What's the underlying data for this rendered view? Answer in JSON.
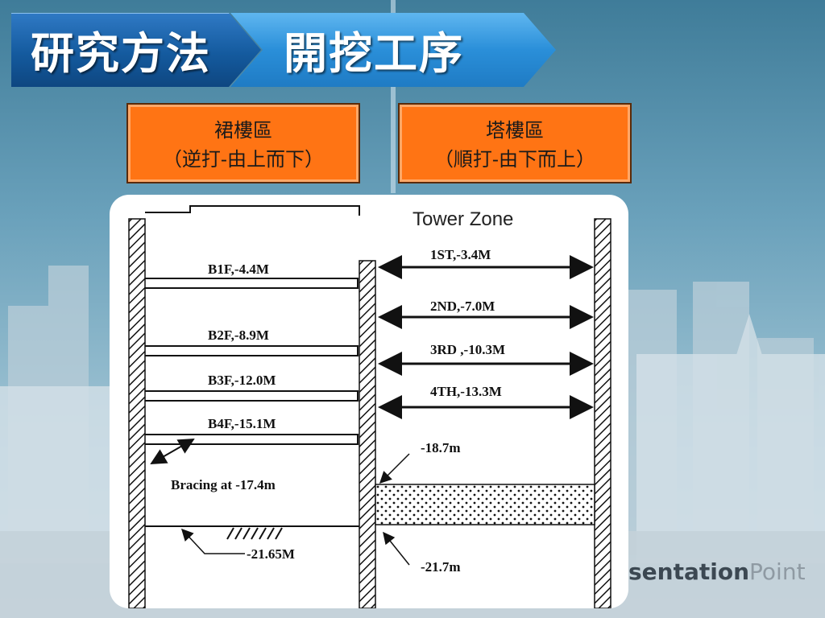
{
  "title": {
    "left": "研究方法",
    "right": "開挖工序"
  },
  "zones": [
    {
      "name": "裙樓區",
      "method": "（逆打-由上而下）"
    },
    {
      "name": "塔樓區",
      "method": "（順打-由下而上）"
    }
  ],
  "diagram": {
    "tower_title": "Tower Zone",
    "podium_floors": [
      "B1F,-4.4M",
      "B2F,-8.9M",
      "B3F,-12.0M",
      "B4F,-15.1M"
    ],
    "tower_floors": [
      "1ST,-3.4M",
      "2ND,-7.0M",
      "3RD ,-10.3M",
      "4TH,-13.3M"
    ],
    "bracing": "Bracing at -17.4m",
    "podium_bottom": "-21.65M",
    "tower_level_upper": "-18.7m",
    "tower_level_lower": "-21.7m"
  },
  "brand": {
    "bold": "sentation",
    "light": "Point"
  },
  "colors": {
    "title_dark_blue": "#145a9e",
    "title_light_blue": "#2a8fd9",
    "label_orange": "#ff7414"
  }
}
